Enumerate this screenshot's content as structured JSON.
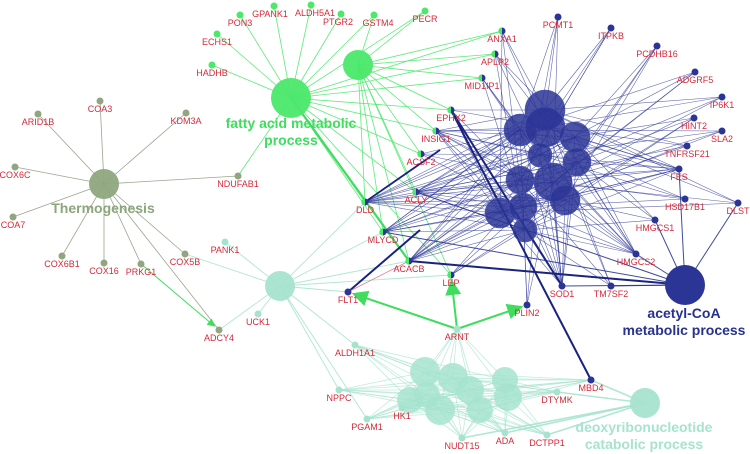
{
  "colors": {
    "fatty_acid": "#4be86a",
    "thermogenesis": "#8fa680",
    "deoxy": "#a6e3cf",
    "acetyl_coa": "#2b3595",
    "gene_label": "#d6283a"
  },
  "terms": [
    {
      "id": "fatty",
      "lines": [
        "fatty acid metabolic",
        "process"
      ],
      "color": "#3fdc5e"
    },
    {
      "id": "thermo",
      "lines": [
        "Thermogenesis"
      ],
      "color": "#8aa67a"
    },
    {
      "id": "acetyl",
      "lines": [
        "acetyl-CoA",
        "metabolic process"
      ],
      "color": "#27318f"
    },
    {
      "id": "deoxy",
      "lines": [
        "deoxyribonucleotide",
        "catabolic process"
      ],
      "color": "#a6e3cf"
    }
  ],
  "genes": [
    {
      "name": "PON3",
      "group": "fatty"
    },
    {
      "name": "GPANK1",
      "group": "fatty"
    },
    {
      "name": "ALDH5A1",
      "group": "fatty"
    },
    {
      "name": "PTGR2",
      "group": "fatty"
    },
    {
      "name": "GSTM4",
      "group": "fatty"
    },
    {
      "name": "PECR",
      "group": "fatty"
    },
    {
      "name": "ECHS1",
      "group": "fatty"
    },
    {
      "name": "HADHB",
      "group": "fatty"
    },
    {
      "name": "ARID1B",
      "group": "thermo"
    },
    {
      "name": "COA3",
      "group": "thermo"
    },
    {
      "name": "KDM3A",
      "group": "thermo"
    },
    {
      "name": "COX6C",
      "group": "thermo"
    },
    {
      "name": "NDUFAB1",
      "group": "thermo"
    },
    {
      "name": "COA7",
      "group": "thermo"
    },
    {
      "name": "COX6B1",
      "group": "thermo"
    },
    {
      "name": "COX16",
      "group": "thermo"
    },
    {
      "name": "PRKG1",
      "group": "thermo"
    },
    {
      "name": "COX5B",
      "group": "thermo"
    },
    {
      "name": "ADCY4",
      "group": "thermo"
    },
    {
      "name": "PANK1",
      "group": "deoxy"
    },
    {
      "name": "UCK1",
      "group": "deoxy"
    },
    {
      "name": "ALDH1A1",
      "group": "deoxy"
    },
    {
      "name": "NPPC",
      "group": "deoxy"
    },
    {
      "name": "PGAM1",
      "group": "deoxy"
    },
    {
      "name": "HK1",
      "group": "deoxy"
    },
    {
      "name": "ARNT",
      "group": "deoxy"
    },
    {
      "name": "NUDT15",
      "group": "deoxy"
    },
    {
      "name": "ADA",
      "group": "deoxy"
    },
    {
      "name": "DCTPP1",
      "group": "deoxy"
    },
    {
      "name": "DTYMK",
      "group": "deoxy"
    },
    {
      "name": "ANXA1",
      "group": "mixed"
    },
    {
      "name": "APLP2",
      "group": "mixed"
    },
    {
      "name": "MID1IP1",
      "group": "mixed"
    },
    {
      "name": "EPHX2",
      "group": "mixed"
    },
    {
      "name": "INSIG1",
      "group": "mixed"
    },
    {
      "name": "ACSF2",
      "group": "mixed"
    },
    {
      "name": "ACLY",
      "group": "mixed"
    },
    {
      "name": "DLD",
      "group": "mixed"
    },
    {
      "name": "MLYCD",
      "group": "mixed"
    },
    {
      "name": "ACACB",
      "group": "mixed"
    },
    {
      "name": "LEP",
      "group": "mixed"
    },
    {
      "name": "PCMT1",
      "group": "acetyl"
    },
    {
      "name": "ITPKB",
      "group": "acetyl"
    },
    {
      "name": "PCDHB16",
      "group": "acetyl"
    },
    {
      "name": "ADGRF5",
      "group": "acetyl"
    },
    {
      "name": "IP6K1",
      "group": "acetyl"
    },
    {
      "name": "HINT2",
      "group": "acetyl"
    },
    {
      "name": "SLA2",
      "group": "acetyl"
    },
    {
      "name": "TNFRSF21",
      "group": "acetyl"
    },
    {
      "name": "FES",
      "group": "acetyl"
    },
    {
      "name": "HSD17B1",
      "group": "acetyl"
    },
    {
      "name": "DLST",
      "group": "acetyl"
    },
    {
      "name": "HMGCS1",
      "group": "acetyl"
    },
    {
      "name": "HMGCS2",
      "group": "acetyl"
    },
    {
      "name": "TM7SF2",
      "group": "acetyl"
    },
    {
      "name": "SOD1",
      "group": "acetyl"
    },
    {
      "name": "PLIN2",
      "group": "acetyl"
    },
    {
      "name": "FLT1",
      "group": "acetyl"
    },
    {
      "name": "MBD4",
      "group": "acetyl"
    }
  ],
  "arrows": [
    {
      "from": "PRKG1",
      "to": "ADCY4"
    },
    {
      "from": "ARNT",
      "to": "LEP"
    },
    {
      "from": "ARNT",
      "to": "PLIN2"
    },
    {
      "from": "ARNT",
      "to": "FLT1"
    }
  ]
}
